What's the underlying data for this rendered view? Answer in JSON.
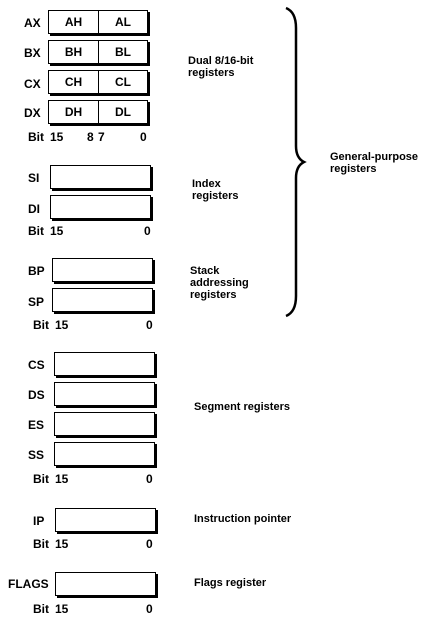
{
  "general": {
    "rows": [
      {
        "name": "AX",
        "high": "AH",
        "low": "AL"
      },
      {
        "name": "BX",
        "high": "BH",
        "low": "BL"
      },
      {
        "name": "CX",
        "high": "CH",
        "low": "CL"
      },
      {
        "name": "DX",
        "high": "DH",
        "low": "DL"
      }
    ],
    "bit": {
      "label": "Bit",
      "b15": "15",
      "b8": "8",
      "b7": "7",
      "b0": "0"
    },
    "caption_line1": "Dual 8/16-bit",
    "caption_line2": "registers"
  },
  "index": {
    "rows": [
      "SI",
      "DI"
    ],
    "bit": {
      "label": "Bit",
      "b15": "15",
      "b0": "0"
    },
    "caption_line1": "Index",
    "caption_line2": "registers"
  },
  "stack": {
    "rows": [
      "BP",
      "SP"
    ],
    "bit": {
      "label": "Bit",
      "b15": "15",
      "b0": "0"
    },
    "caption_line1": "Stack",
    "caption_line2": "addressing",
    "caption_line3": "registers"
  },
  "brace_caption": {
    "line1": "General-purpose",
    "line2": "registers"
  },
  "segment": {
    "rows": [
      "CS",
      "DS",
      "ES",
      "SS"
    ],
    "bit": {
      "label": "Bit",
      "b15": "15",
      "b0": "0"
    },
    "caption": "Segment registers"
  },
  "ip": {
    "row": "IP",
    "bit": {
      "label": "Bit",
      "b15": "15",
      "b0": "0"
    },
    "caption": "Instruction pointer"
  },
  "flags": {
    "row": "FLAGS",
    "bit": {
      "label": "Bit",
      "b15": "15",
      "b0": "0"
    },
    "caption": "Flags register"
  }
}
